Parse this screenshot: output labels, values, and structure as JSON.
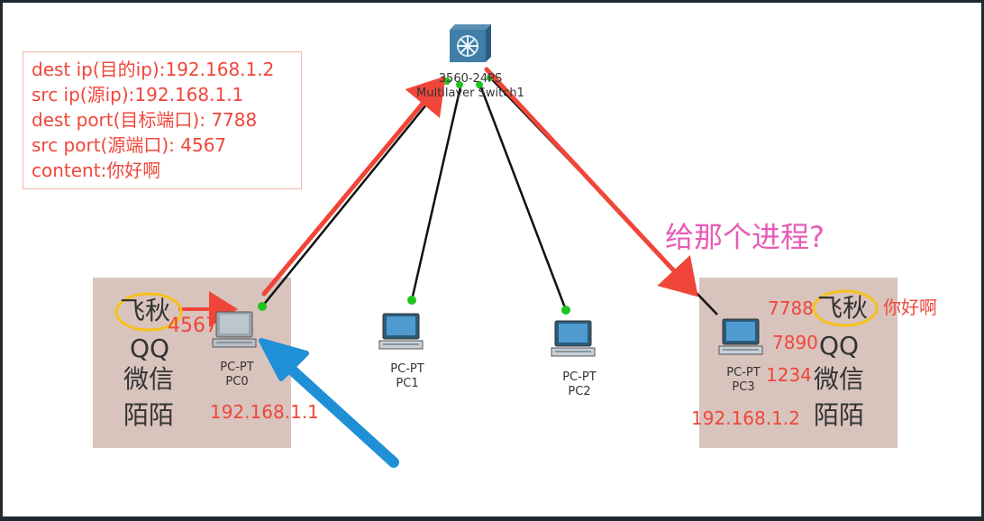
{
  "info_box": {
    "lines": [
      "dest ip(目的ip):192.168.1.2",
      "src ip(源ip):192.168.1.1",
      "dest port(目标端口): 7788",
      "src port(源端口): 4567",
      "content:你好啊"
    ]
  },
  "switch": {
    "label_line1": "3560-24PS",
    "label_line2": "Multilayer Switch1"
  },
  "question": "给那个进程?",
  "pc0": {
    "type": "PC-PT",
    "name": "PC0",
    "ip": "192.168.1.1",
    "port": "4567",
    "apps": [
      "飞秋",
      "QQ",
      "微信",
      "陌陌"
    ]
  },
  "pc1": {
    "type": "PC-PT",
    "name": "PC1"
  },
  "pc2": {
    "type": "PC-PT",
    "name": "PC2"
  },
  "pc3": {
    "type": "PC-PT",
    "name": "PC3",
    "ip": "192.168.1.2",
    "ports": [
      "7788",
      "7890",
      "1234"
    ],
    "apps": [
      "飞秋",
      "QQ",
      "微信",
      "陌陌"
    ],
    "message": "你好啊"
  },
  "colors": {
    "annotation_red": "#f0463a",
    "question_pink": "#e75bb6",
    "highlight_yellow": "#f5c21b",
    "pointer_blue": "#1f8fd6",
    "host_box": "#d9c3bd",
    "link_green": "#1fc41f"
  }
}
